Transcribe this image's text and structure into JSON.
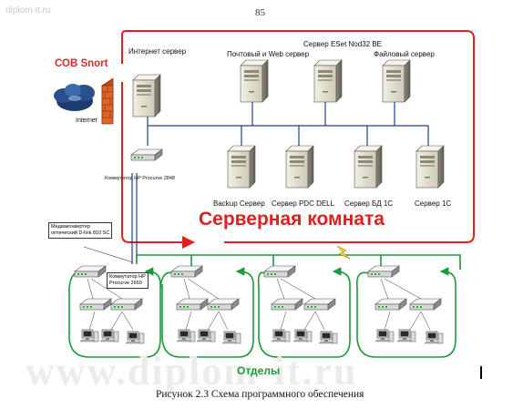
{
  "watermark_top": "diplom-it.ru",
  "page_number": "85",
  "labels": {
    "cob_snort": "СОВ Snort",
    "internet": "Internet",
    "internet_server": "Интернет сервер",
    "mail_web_server": "Почтовый и Web сервер",
    "eset_server": "Сервер ESet Nod32 BE",
    "file_server": "Файловый сервер",
    "switch_core": "Коммутатор HP Procurve 2848",
    "backup_server": "Backup Сервер",
    "pdc_server": "Сервер PDC DELL",
    "db_server": "Сервер БД 1С",
    "server_1c": "Сервер  1С",
    "server_room": "Серверная комната",
    "media_converter_line1": "Медиаконвертер",
    "media_converter_line2": "оптический D-link 810 SC",
    "switch_dept_line1": "Коммутатор HP",
    "switch_dept_line2": "Procurve 2650",
    "departments": "Отделы"
  },
  "watermark_big": "www.diplom-it.ru",
  "caption": "Рисунок 2.3 Схема программного обеспечения",
  "colors": {
    "red": "#e02020",
    "green": "#1a9a3a",
    "blue": "#1f3f8f",
    "server_light": "#e9e5d6",
    "server_dark": "#6e6a5e"
  }
}
